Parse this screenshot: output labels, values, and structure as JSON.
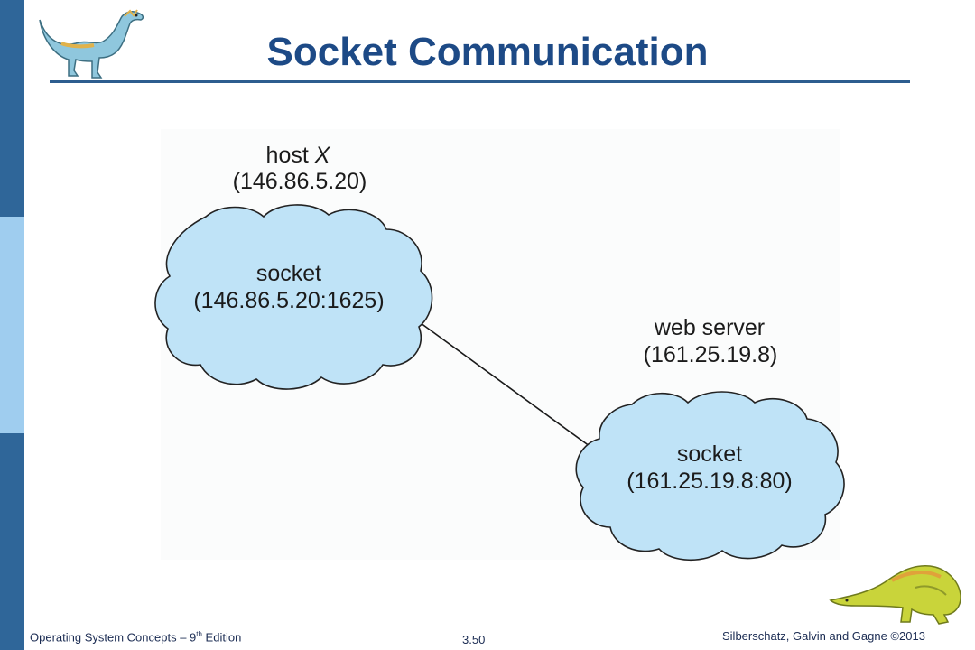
{
  "slide": {
    "title": "Socket Communication",
    "colors": {
      "sidebar_dark": "#2f6699",
      "sidebar_light": "#9fcdef",
      "title_text": "#1d4a86",
      "rule": "#2d5d8f",
      "cloud_fill": "#bfe3f7",
      "cloud_stroke": "#222222"
    }
  },
  "diagram": {
    "host": {
      "label_prefix": "host ",
      "label_name": "X",
      "address": "(146.86.5.20)",
      "socket_label": "socket",
      "socket_address": "(146.86.5.20:1625)"
    },
    "server": {
      "label": "web server",
      "address": "(161.25.19.8)",
      "socket_label": "socket",
      "socket_address": "(161.25.19.8:80)"
    }
  },
  "footer": {
    "left_prefix": "Operating System Concepts – 9",
    "left_sup": "th",
    "left_suffix": " Edition",
    "center": "3.50",
    "right": "Silberschatz, Galvin and Gagne ©2013"
  },
  "icons": {
    "top_mascot": "dinosaur-icon",
    "bottom_mascot": "dinosaur-icon"
  }
}
